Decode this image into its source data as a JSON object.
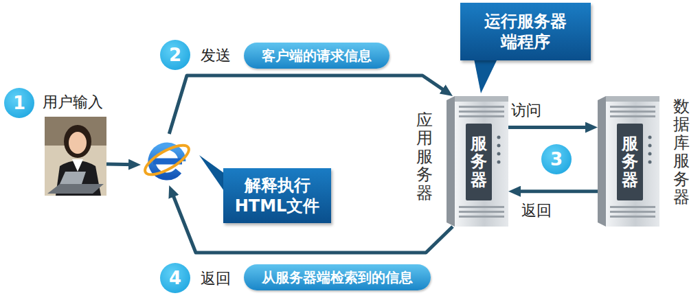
{
  "diagram": {
    "nodes": [
      {
        "text": [
          "用户输入"
        ]
      },
      {
        "text": [
          "解释执行 HTML文件"
        ]
      },
      {
        "text": [
          "应用服务器",
          "服务器"
        ]
      },
      {
        "text": [
          "数据库服务器",
          "服务器"
        ]
      },
      {
        "text": [
          "运行服务器端程序"
        ]
      }
    ],
    "edges": [
      {
        "from": 0,
        "to": 1,
        "arrow": "to"
      },
      {
        "from": 1,
        "to": 2,
        "label": "客户端的请求信息",
        "arrow": "to"
      },
      {
        "from": 2,
        "to": 3,
        "label": "访问",
        "arrow": "to"
      },
      {
        "from": 3,
        "to": 2,
        "label": "返回",
        "arrow": "to"
      },
      {
        "from": 2,
        "to": 1,
        "label": "从服务器端检索到的信息",
        "arrow": "to"
      }
    ],
    "labels": [
      "1",
      "2",
      "发送",
      "3",
      "4",
      "返回"
    ]
  }
}
